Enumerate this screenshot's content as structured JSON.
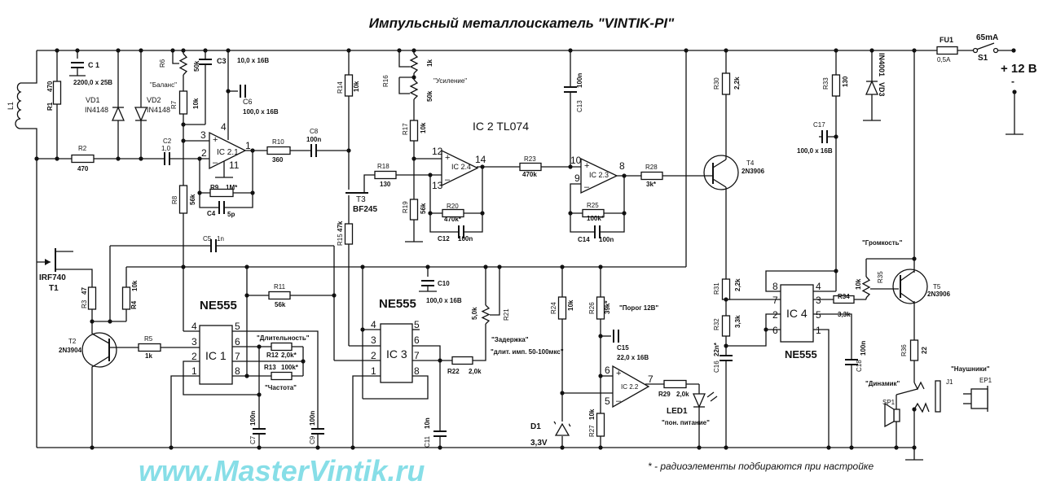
{
  "title": "Импульсный металлоискатель \"VINTIK-PI\"",
  "footnote": "* - радиоэлементы подбираются при настройке",
  "watermark": "www.MasterVintik.ru",
  "colors": {
    "ink": "#111111",
    "watermark": "#5fd3e0",
    "background": "#ffffff"
  },
  "power": {
    "fuse_ref": "FU1",
    "fuse_value": "0,5A",
    "current": "65mA",
    "switch_ref": "S1",
    "plus": "+ 12 B",
    "minus": "-"
  },
  "components": {
    "L1": {
      "ref": "L1"
    },
    "R1": {
      "ref": "R1",
      "value": "470"
    },
    "C1": {
      "ref": "C 1",
      "value": "2200,0 x 25B"
    },
    "VD1": {
      "ref": "VD1",
      "value": "IN4148"
    },
    "VD2": {
      "ref": "VD2",
      "value": "IN4148"
    },
    "R2": {
      "ref": "R2",
      "value": "470"
    },
    "C2": {
      "ref": "C2",
      "value": "1,0"
    },
    "R6": {
      "ref": "R6",
      "value": "50k",
      "name": "\"Баланс\""
    },
    "R7": {
      "ref": "R7",
      "value": "10k"
    },
    "C3": {
      "ref": "C3",
      "value": "10,0 x 16B"
    },
    "C6": {
      "ref": "C6",
      "value": "100,0 x 16B"
    },
    "IC21": {
      "ref": "IC 2.1",
      "pins": [
        "3",
        "2",
        "4",
        "1",
        "11"
      ]
    },
    "R9": {
      "ref": "R9",
      "value": "1M*"
    },
    "C4": {
      "ref": "C4",
      "value": "5p"
    },
    "R8": {
      "ref": "R8",
      "value": "56k"
    },
    "R10": {
      "ref": "R10",
      "value": "360"
    },
    "C8": {
      "ref": "C8",
      "value": "100n"
    },
    "R14": {
      "ref": "R14",
      "value": "10k"
    },
    "R15": {
      "ref": "R15",
      "value": "47k"
    },
    "T3": {
      "ref": "T3",
      "value": "BF245"
    },
    "R16": {
      "ref": "R16",
      "value1": "1k",
      "value2": "50k",
      "name": "\"Усиление\""
    },
    "R17": {
      "ref": "R17",
      "value": "10k"
    },
    "IC2": {
      "ref": "IC 2 TL074"
    },
    "R18": {
      "ref": "R18",
      "value": "130"
    },
    "R19": {
      "ref": "R19",
      "value": "56k"
    },
    "IC24": {
      "ref": "IC 2.4",
      "pins": [
        "12",
        "13",
        "14"
      ]
    },
    "R20": {
      "ref": "R20",
      "value": "470k*"
    },
    "C12": {
      "ref": "C12",
      "value": "100n"
    },
    "R23": {
      "ref": "R23",
      "value": "470k"
    },
    "C13": {
      "ref": "C13",
      "value": "100n"
    },
    "IC23": {
      "ref": "IC 2.3",
      "pins": [
        "10",
        "9",
        "8"
      ]
    },
    "R25": {
      "ref": "R25",
      "value": "100k*"
    },
    "C14": {
      "ref": "C14",
      "value": "100n"
    },
    "R28": {
      "ref": "R28",
      "value": "3k*"
    },
    "R30": {
      "ref": "R30",
      "value": "2,2k"
    },
    "T4": {
      "ref": "T4",
      "value": "2N3906"
    },
    "R33": {
      "ref": "R33",
      "value": "130"
    },
    "VD3": {
      "ref": "VD3",
      "value": "IN4001"
    },
    "C17": {
      "ref": "C17",
      "value": "100,0 x 16B"
    },
    "T1": {
      "ref": "T1",
      "value": "IRF740"
    },
    "C5": {
      "ref": "C5",
      "value": "1n"
    },
    "R3": {
      "ref": "R3",
      "value": "47"
    },
    "R4": {
      "ref": "R4",
      "value": "10k"
    },
    "T2": {
      "ref": "T2",
      "value": "2N3904"
    },
    "R5": {
      "ref": "R5",
      "value": "1k"
    },
    "IC1": {
      "ref": "IC 1",
      "type": "NE555",
      "pins": [
        "4",
        "3",
        "2",
        "1",
        "5",
        "6",
        "7",
        "8"
      ]
    },
    "R11": {
      "ref": "R11",
      "value": "56k"
    },
    "R12": {
      "ref": "R12",
      "value": "2,0k*",
      "name": "\"Длительность\""
    },
    "R13": {
      "ref": "R13",
      "value": "100k*",
      "name": "\"Частота\""
    },
    "C7": {
      "ref": "C7",
      "value": "100n"
    },
    "C9": {
      "ref": "C9",
      "value": "100n"
    },
    "C10": {
      "ref": "C10",
      "value": "100,0 x 16B"
    },
    "IC3": {
      "ref": "IC 3",
      "type": "NE555",
      "pins": [
        "4",
        "3",
        "2",
        "1",
        "5",
        "6",
        "7",
        "8"
      ]
    },
    "R21": {
      "ref": "R21",
      "value": "5,0k",
      "name": "\"Задержка\"",
      "note": "\"длит. имп. 50-100мкс\""
    },
    "R22": {
      "ref": "R22",
      "value": "2,0k"
    },
    "C11": {
      "ref": "C11",
      "value": "10n"
    },
    "D1": {
      "ref": "D1",
      "value": "3,3V"
    },
    "R24": {
      "ref": "R24",
      "value": "10k"
    },
    "R26": {
      "ref": "R26",
      "value": "39k*",
      "name": "\"Порог 12В\""
    },
    "C15": {
      "ref": "C15",
      "value": "22,0 x 16B"
    },
    "IC22": {
      "ref": "IC 2.2",
      "pins": [
        "6",
        "5",
        "7"
      ]
    },
    "R27": {
      "ref": "R27",
      "value": "10k"
    },
    "R29": {
      "ref": "R29",
      "value": "2,0k"
    },
    "LED1": {
      "ref": "LED1",
      "name": "\"пон. питание\""
    },
    "R31": {
      "ref": "R31",
      "value": "2,2k"
    },
    "R32": {
      "ref": "R32",
      "value": "3,3k"
    },
    "C16": {
      "ref": "C16",
      "value": "22n*"
    },
    "IC4": {
      "ref": "IC 4",
      "type": "NE555",
      "pins": [
        "8",
        "7",
        "2",
        "6",
        "4",
        "3",
        "5",
        "1"
      ]
    },
    "R34": {
      "ref": "R34",
      "value": "3,3k"
    },
    "R35": {
      "ref": "R35",
      "value": "10k",
      "name": "\"Громкость\""
    },
    "T5": {
      "ref": "T5",
      "value": "2N3906"
    },
    "C18": {
      "ref": "C18",
      "value": "100n"
    },
    "R36": {
      "ref": "R36",
      "value": "22"
    },
    "SP1": {
      "ref": "SP1",
      "name": "\"Динамик\""
    },
    "J1": {
      "ref": "J1"
    },
    "EP1": {
      "ref": "EP1",
      "name": "\"Наушники\""
    }
  }
}
